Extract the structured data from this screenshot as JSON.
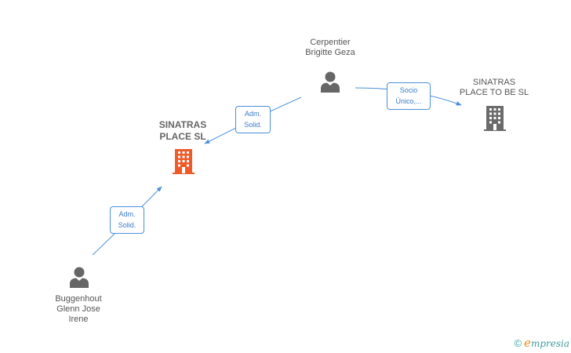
{
  "nodes": {
    "cerpentier": {
      "label": "Cerpentier\nBrigitte Geza"
    },
    "sinatras_place_sl": {
      "label": "SINATRAS\nPLACE SL"
    },
    "sinatras_place_to_be": {
      "label": "SINATRAS\nPLACE TO BE SL"
    },
    "buggenhout": {
      "label": "Buggenhout\nGlenn Jose\nIrene"
    }
  },
  "edges": {
    "cerpentier_to_place_sl": {
      "line1": "Adm.",
      "line2": "Solid."
    },
    "cerpentier_to_place_to_be": {
      "line1": "Socio",
      "line2": "Único,..."
    },
    "buggenhout_to_place_sl": {
      "line1": "Adm.",
      "line2": "Solid."
    }
  },
  "footer": {
    "copyright": "©",
    "brand_e": "e",
    "brand_rest": "mpresia"
  },
  "colors": {
    "edge": "#4a90d9",
    "person_icon": "#666666",
    "main_company_icon": "#f05a28",
    "company_icon": "#6b6b6b"
  }
}
